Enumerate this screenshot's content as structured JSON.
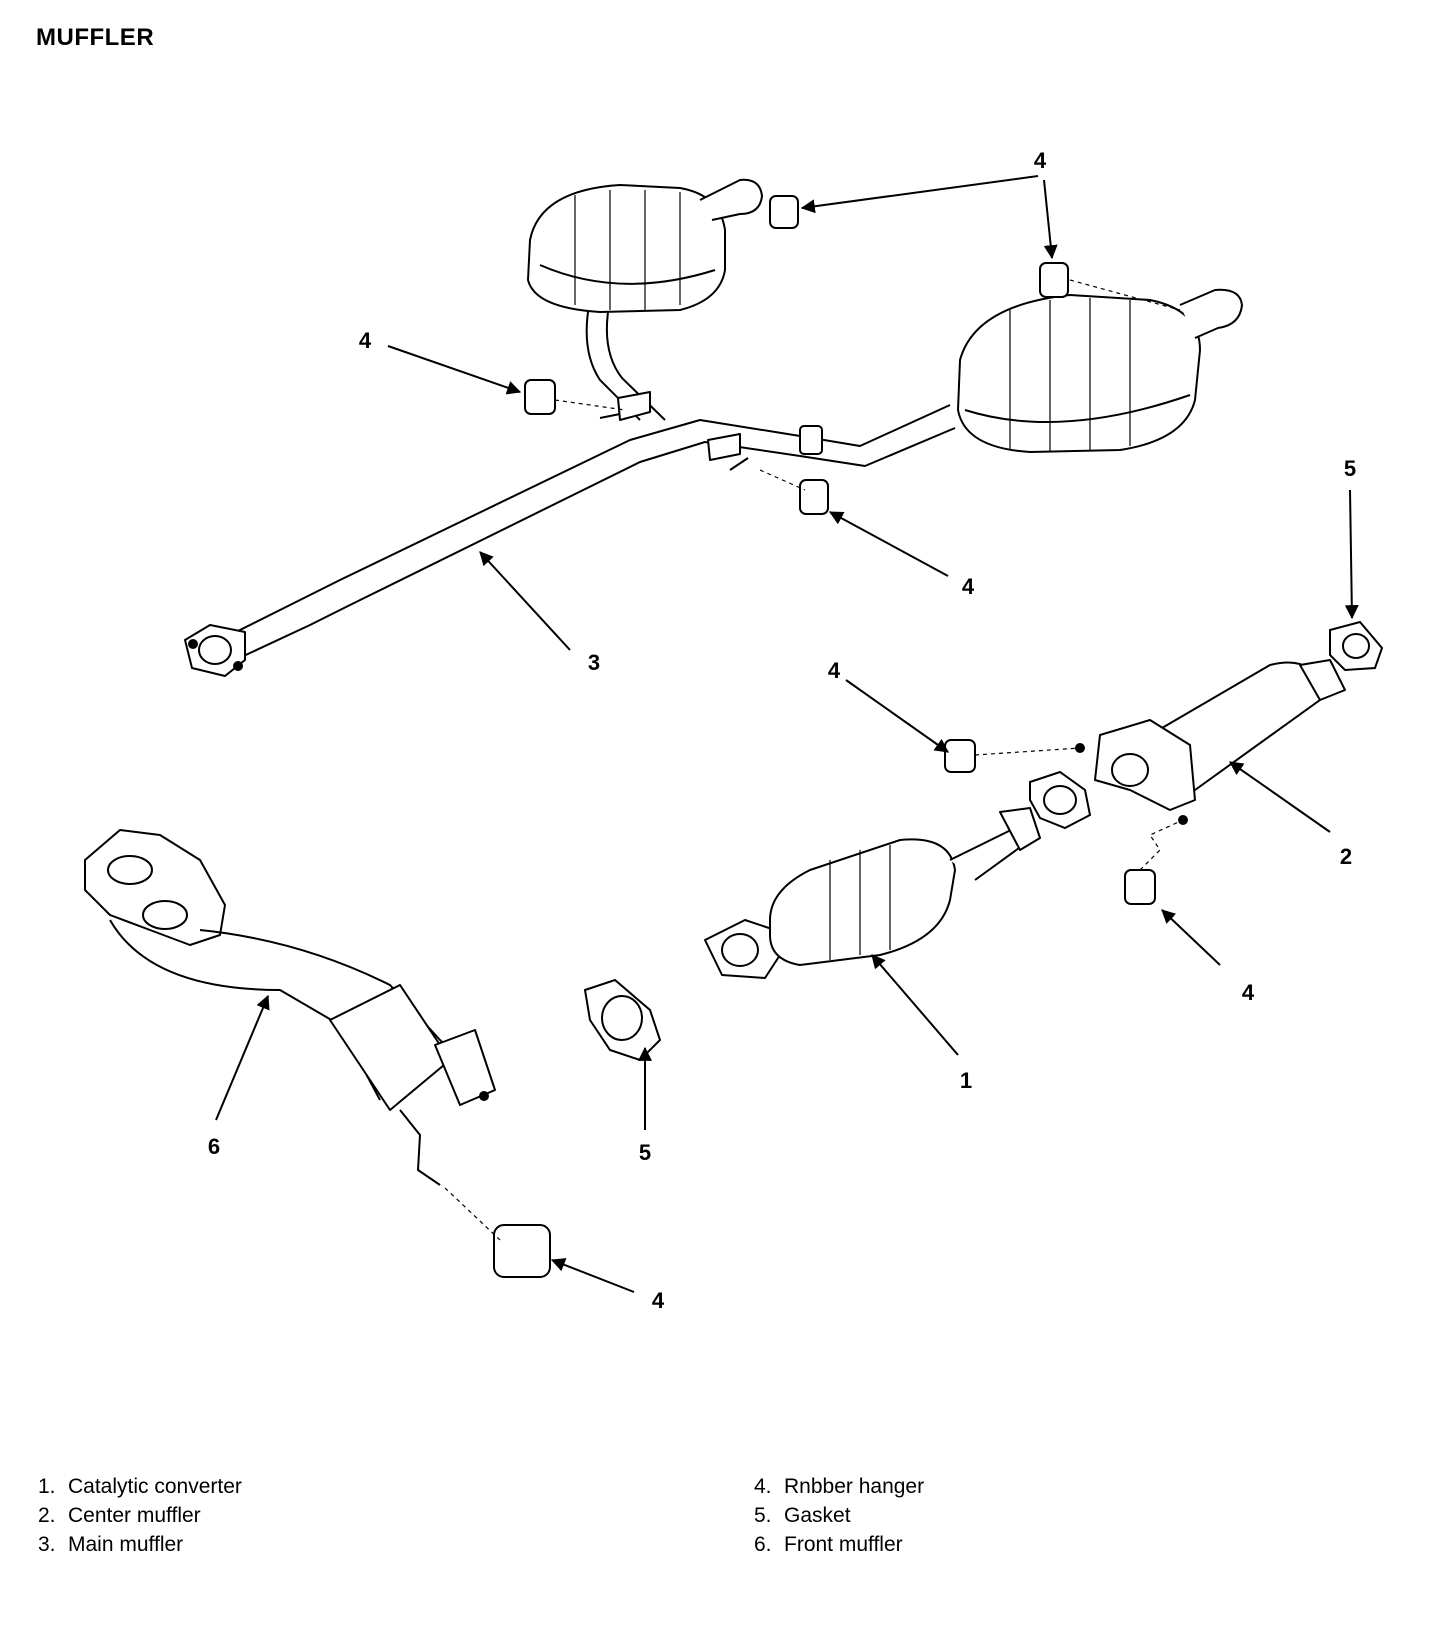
{
  "title": "MUFFLER",
  "callouts": [
    "4",
    "4",
    "4",
    "3",
    "5",
    "4",
    "2",
    "4",
    "1",
    "5",
    "6",
    "4",
    "4"
  ],
  "legend": [
    {
      "num": "1.",
      "label": "Catalytic converter"
    },
    {
      "num": "2.",
      "label": "Center muffler"
    },
    {
      "num": "3.",
      "label": "Main muffler"
    },
    {
      "num": "4.",
      "label": "Rnbber hanger"
    },
    {
      "num": "5.",
      "label": "Gasket"
    },
    {
      "num": "6.",
      "label": "Front muffler"
    }
  ],
  "colors": {
    "ink": "#000000",
    "paper": "#ffffff"
  }
}
